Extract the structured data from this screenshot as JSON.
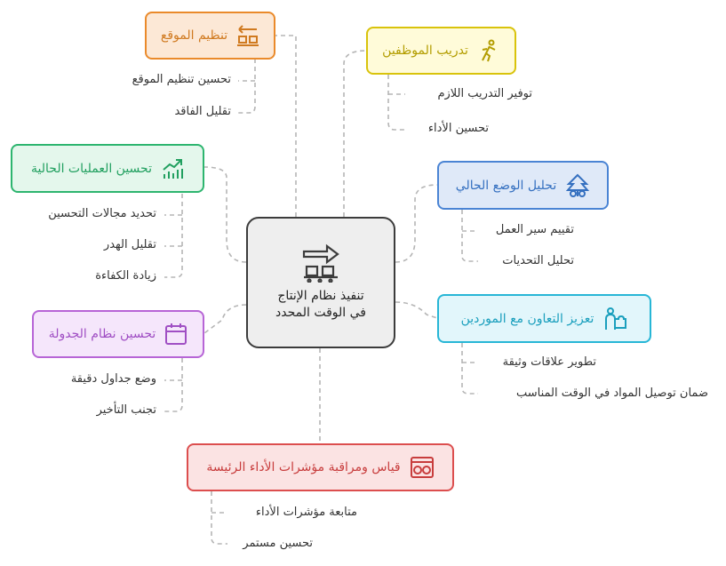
{
  "center": {
    "line1": "تنفيذ نظام الإنتاج",
    "line2": "في الوقت المحدد",
    "icon": "conveyor-icon"
  },
  "branches": {
    "site_org": {
      "title": "تنظيم الموقع",
      "color": "#ea8a2b",
      "fill": "#fce8d6",
      "icon": "sort-icon",
      "items": [
        "تحسين تنظيم الموقع",
        "تقليل الفاقد"
      ]
    },
    "training": {
      "title": "تدريب الموظفين",
      "color": "#d9c30b",
      "fill": "#fffbd9",
      "icon": "person-walking-icon",
      "items": [
        "توفير التدريب اللازم",
        "تحسين الأداء"
      ]
    },
    "current_ops": {
      "title": "تحسين العمليات الحالية",
      "color": "#2db56f",
      "fill": "#e4f7ec",
      "icon": "growth-chart-icon",
      "items": [
        "تحديد مجالات التحسين",
        "تقليل الهدر",
        "زيادة الكفاءة"
      ]
    },
    "analysis": {
      "title": "تحليل الوضع الحالي",
      "color": "#4a84d4",
      "fill": "#dfe9f8",
      "icon": "analysis-tree-icon",
      "items": [
        "تقييم سير العمل",
        "تحليل التحديات"
      ]
    },
    "suppliers": {
      "title": "تعزيز التعاون مع الموردين",
      "color": "#27b6d6",
      "fill": "#e2f6fb",
      "icon": "puzzle-person-icon",
      "items": [
        "تطوير علاقات وثيقة",
        "ضمان توصيل المواد في الوقت المناسب"
      ]
    },
    "scheduling": {
      "title": "تحسين نظام الجدولة",
      "color": "#b765d6",
      "fill": "#f5e6fb",
      "icon": "calendar-icon",
      "items": [
        "وضع جداول دقيقة",
        "تجنب التأخير"
      ]
    },
    "kpi": {
      "title": "قياس ومراقبة مؤشرات الأداء الرئيسة",
      "color": "#dc4e4e",
      "fill": "#fbe3e3",
      "icon": "dashboard-window-icon",
      "items": [
        "متابعة مؤشرات الأداء",
        "تحسين مستمر"
      ]
    }
  }
}
